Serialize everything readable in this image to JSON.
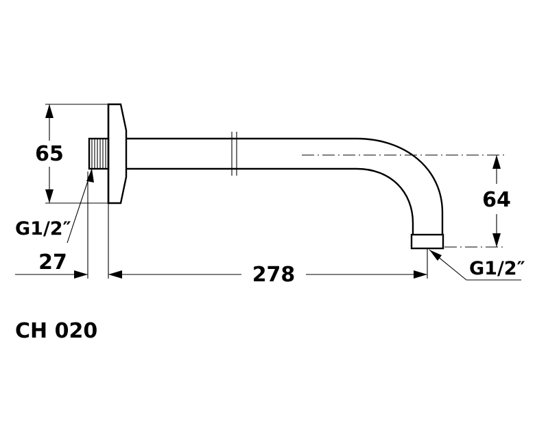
{
  "labels": {
    "flange_height": "65",
    "thread_left": "G1/2″",
    "wall_depth": "27",
    "arm_length": "278",
    "drop_height": "64",
    "thread_right": "G1/2″",
    "model": "CH 020"
  }
}
